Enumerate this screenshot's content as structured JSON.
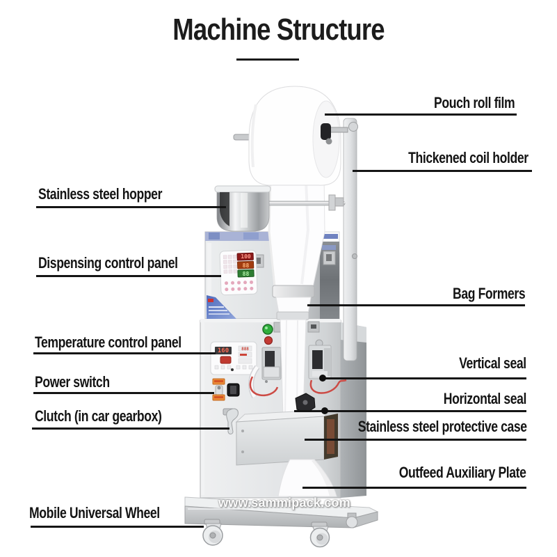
{
  "title": "Machine Structure",
  "watermark": "www.sammipack.com",
  "labels_left": [
    {
      "id": "stainless-steel-hopper",
      "text": "Stainless steel hopper"
    },
    {
      "id": "dispensing-control-panel",
      "text": "Dispensing control panel"
    },
    {
      "id": "temperature-control-panel",
      "text": "Temperature control panel"
    },
    {
      "id": "power-switch",
      "text": "Power switch"
    },
    {
      "id": "clutch",
      "text": "Clutch (in car gearbox)"
    },
    {
      "id": "mobile-universal-wheel",
      "text": "Mobile Universal Wheel"
    }
  ],
  "labels_right": [
    {
      "id": "pouch-roll-film",
      "text": "Pouch roll film"
    },
    {
      "id": "thickened-coil-holder",
      "text": "Thickened coil holder"
    },
    {
      "id": "bag-formers",
      "text": "Bag Formers"
    },
    {
      "id": "vertical-seal",
      "text": "Vertical seal"
    },
    {
      "id": "horizontal-seal",
      "text": "Horizontal seal"
    },
    {
      "id": "stainless-steel-protective-case",
      "text": "Stainless steel protective case"
    },
    {
      "id": "outfeed-auxiliary-plate",
      "text": "Outfeed Auxiliary Plate"
    }
  ],
  "machine": {
    "dispensing_display": [
      "100",
      "88",
      "88"
    ],
    "temperature_display": [
      "160",
      "888"
    ]
  },
  "colors": {
    "label_text": "#141414",
    "leader_line": "#151515",
    "machine_gray": "#d9dbdd",
    "top_band_blue": "#a9b3d6",
    "sticker_blue": "#5f7ac6",
    "display_red": "#ff6a52",
    "display_green": "#2e7d32",
    "indicator_green": "#2fae3c",
    "indicator_red": "#c23a34",
    "wire_red": "#cc4a44"
  }
}
